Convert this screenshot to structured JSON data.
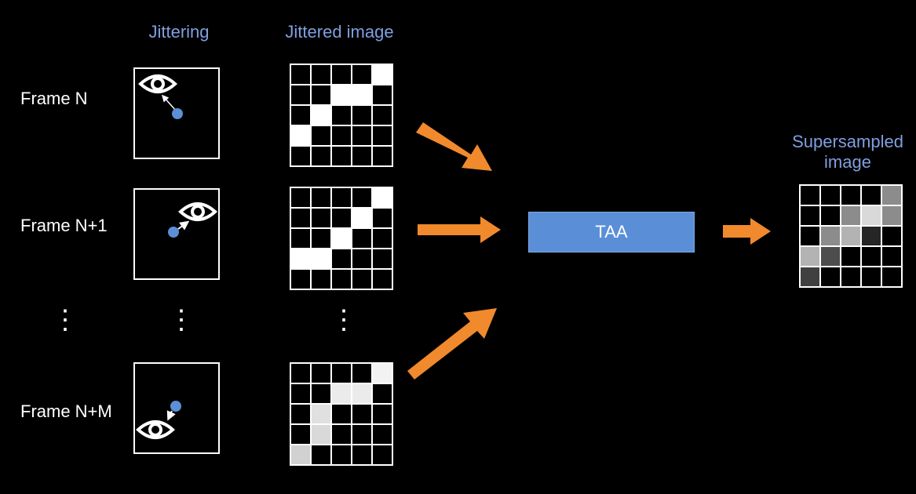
{
  "headers": {
    "jittering": "Jittering",
    "jittered_image": "Jittered image",
    "supersampled": "Supersampled image"
  },
  "frames": [
    {
      "label": "Frame N"
    },
    {
      "label": "Frame N+1"
    },
    {
      "label": "Frame N+M"
    }
  ],
  "ellipsis": "⋮",
  "taa_label": "TAA",
  "grids": {
    "frame_n": [
      [
        0,
        0,
        0,
        0,
        1
      ],
      [
        0,
        0,
        1,
        1,
        0
      ],
      [
        0,
        1,
        0,
        0,
        0
      ],
      [
        1,
        0,
        0,
        0,
        0
      ],
      [
        0,
        0,
        0,
        0,
        0
      ]
    ],
    "frame_n1": [
      [
        0,
        0,
        0,
        0,
        1
      ],
      [
        0,
        0,
        0,
        1,
        0
      ],
      [
        0,
        0,
        1,
        0,
        0
      ],
      [
        1,
        1,
        0,
        0,
        0
      ],
      [
        0,
        0,
        0,
        0,
        0
      ]
    ],
    "frame_nm": [
      [
        0,
        0,
        0,
        0,
        0.95
      ],
      [
        0,
        0,
        0.92,
        0.92,
        0
      ],
      [
        0,
        0.88,
        0,
        0,
        0
      ],
      [
        0,
        0.85,
        0,
        0,
        0
      ],
      [
        0.82,
        0,
        0,
        0,
        0
      ]
    ],
    "supersampled": [
      [
        0,
        0,
        0,
        0,
        0.55
      ],
      [
        0,
        0,
        0.55,
        0.85,
        0.55
      ],
      [
        0,
        0.55,
        0.7,
        0.15,
        0
      ],
      [
        0.7,
        0.3,
        0,
        0,
        0
      ],
      [
        0.25,
        0,
        0,
        0,
        0
      ]
    ]
  },
  "colors": {
    "background": "#000000",
    "header": "#7f9fe0",
    "arrow": "#f08a2c",
    "taa_fill": "#5a8fd8",
    "point": "#5b8fd6"
  },
  "icons": {
    "eye": "eye-icon",
    "camera_point": "sample-point-icon"
  }
}
